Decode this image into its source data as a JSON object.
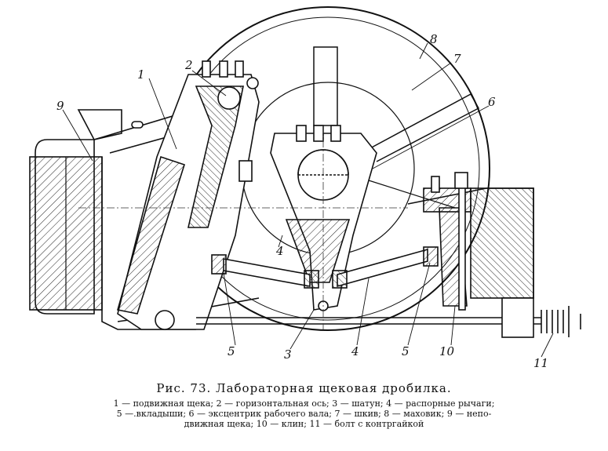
{
  "caption": {
    "title": "Рис. 73. Лабораторная щековая дробилка.",
    "legend_lines": [
      "1 — подвижная щека; 2 — горизонтальная ось; 3 — шатун; 4 — распорные рычаги;",
      "5 —.вкладыши; 6 — эксцентрик рабочего вала; 7 — шкив; 8 — маховик; 9 — непо-",
      "движная щека; 10 — клин; 11 — болт с контргайкой"
    ]
  },
  "labels": {
    "l1": "1",
    "l2": "2",
    "l3": "3",
    "l4a": "4",
    "l4b": "4",
    "l5a": "5",
    "l5b": "5",
    "l6": "6",
    "l7": "7",
    "l8": "8",
    "l9": "9",
    "l10": "10",
    "l11": "11"
  }
}
